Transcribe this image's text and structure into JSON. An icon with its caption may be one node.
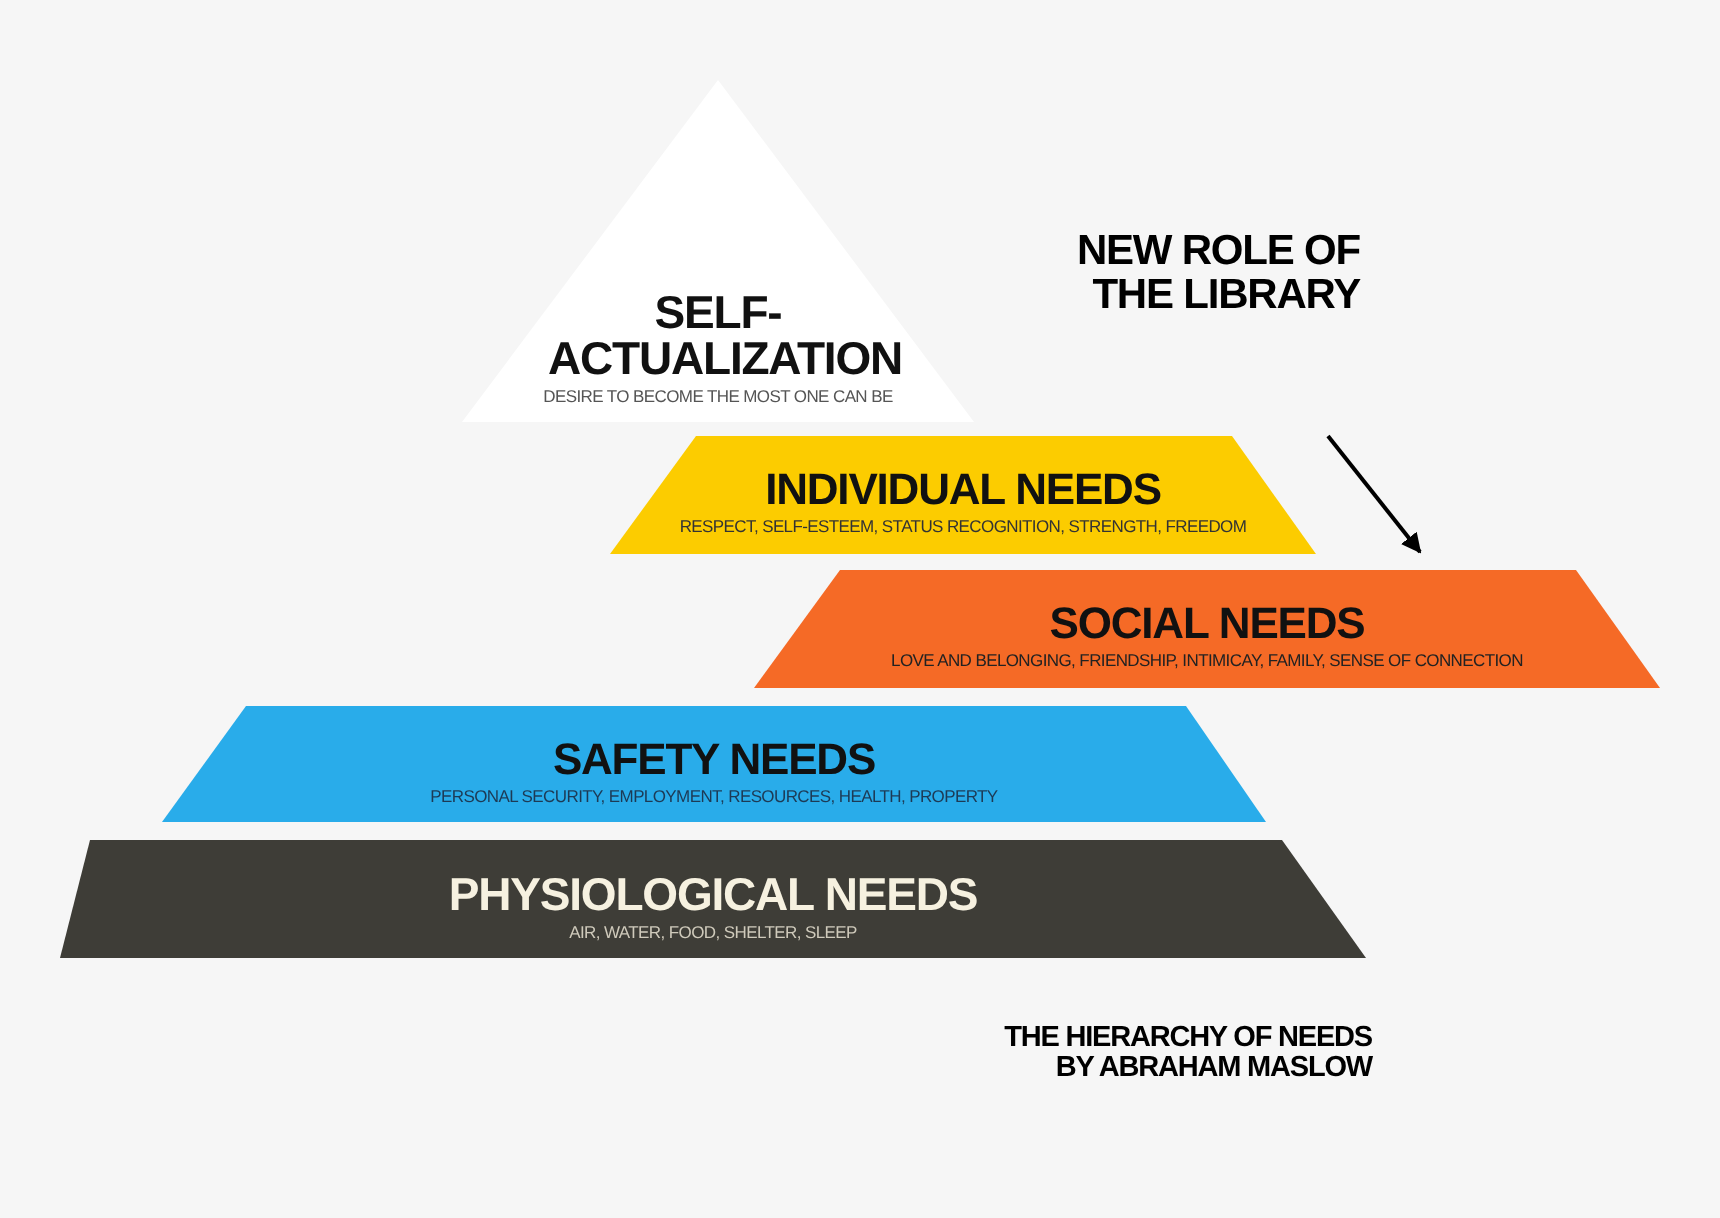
{
  "diagram": {
    "caption": "THE HIERARCHY OF NEEDS BY ABRAHAM MASLOW",
    "nodes": [
      {
        "text": [
          "SELF- ACTUALIZATION",
          "DESIRE TO BECOME THE MOST ONE CAN BE"
        ]
      },
      {
        "text": [
          "INDIVIDUAL NEEDS",
          "RESPECT, SELF-ESTEEM, STATUS RECOGNITION, STRENGTH, FREEDOM"
        ]
      },
      {
        "text": [
          "SOCIAL NEEDS",
          "LOVE AND BELONGING, FRIENDSHIP, INTIMICAY, FAMILY, SENSE OF CONNECTION"
        ]
      },
      {
        "text": [
          "SAFETY NEEDS",
          "PERSONAL SECURITY, EMPLOYMENT, RESOURCES, HEALTH, PROPERTY"
        ]
      },
      {
        "text": [
          "PHYSIOLOGICAL NEEDS",
          "AIR, WATER, FOOD, SHELTER, SLEEP"
        ]
      }
    ],
    "edges": [
      {
        "from": null,
        "to": 2,
        "arrow": "to"
      }
    ],
    "labels": [
      "NEW ROLE OF THE LIBRARY"
    ]
  }
}
